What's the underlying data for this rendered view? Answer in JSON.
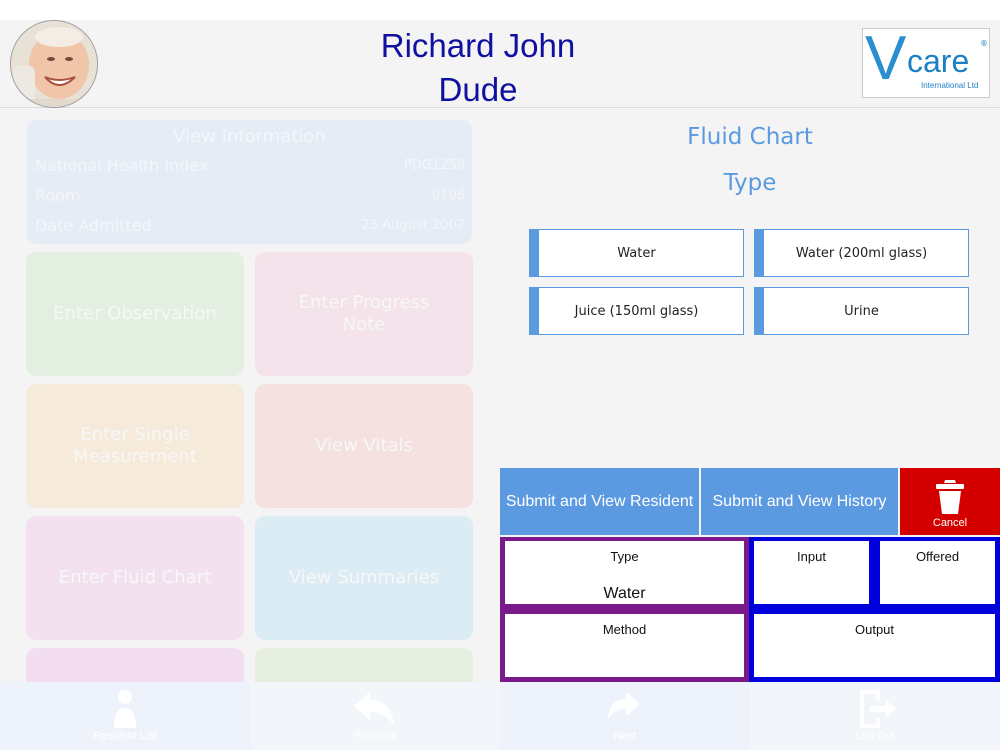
{
  "resident": {
    "name_line1": "Richard John",
    "name_line2": "Dude"
  },
  "logo": {
    "letter": "V",
    "word": "care",
    "registered": "®",
    "tagline": "International Ltd"
  },
  "info": {
    "title": "View Information",
    "rows": [
      {
        "label": "National Health Index",
        "value": "PDG1258"
      },
      {
        "label": "Room",
        "value": "0108"
      },
      {
        "label": "Date Admitted",
        "value": "23 August 2007"
      }
    ]
  },
  "tiles": [
    {
      "label": "Enter Observation",
      "color": "#d6ecd2"
    },
    {
      "label": "Enter Progress Note",
      "color": "#f7d6e6"
    },
    {
      "label": "Enter Single Measurement",
      "color": "#f9e2c6"
    },
    {
      "label": "View Vitals",
      "color": "#f9d3d3"
    },
    {
      "label": "Enter Fluid Chart",
      "color": "#f5d3ee"
    },
    {
      "label": "View Summaries",
      "color": "#c9e6f5"
    },
    {
      "label": "",
      "color": "#f2cdee"
    },
    {
      "label": "",
      "color": "#dcebcf"
    }
  ],
  "fluid_chart": {
    "title": "Fluid Chart",
    "subtitle": "Type",
    "types": [
      "Water",
      "Water (200ml glass)",
      "Juice (150ml glass)",
      "Urine"
    ]
  },
  "actions": {
    "submit_resident": "Submit and View Resident",
    "submit_history": "Submit and View History",
    "cancel": "Cancel"
  },
  "summary": {
    "type_label": "Type",
    "type_value": "Water",
    "input_label": "Input",
    "offered_label": "Offered",
    "method_label": "Method",
    "output_label": "Output"
  },
  "tabbar": {
    "resident_list": "Resident List",
    "previous": "Previous",
    "next": "Next",
    "log_out": "Log Out"
  },
  "colors": {
    "accent_blue": "#5b9ae0",
    "name_blue": "#1010a0",
    "cancel_red": "#d40000",
    "summary_purple": "#7a1a8a",
    "summary_blue": "#0000dd"
  }
}
